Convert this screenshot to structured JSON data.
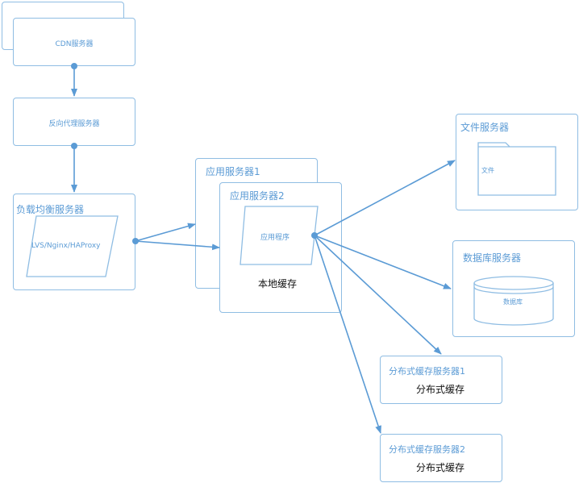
{
  "cdn": {
    "label": "CDN服务器"
  },
  "reverse_proxy": {
    "label": "反向代理服务器"
  },
  "load_balancer": {
    "title": "负载均衡服务器",
    "software": "LVS/Nginx/HAProxy"
  },
  "app_server_1": {
    "title": "应用服务器1"
  },
  "app_server_2": {
    "title": "应用服务器2",
    "program": "应用程序",
    "local_cache": "本地缓存"
  },
  "file_server": {
    "title": "文件服务器",
    "folder": "文件"
  },
  "db_server": {
    "title": "数据库服务器",
    "db": "数据库"
  },
  "dist_cache_1": {
    "title": "分布式缓存服务器1",
    "content": "分布式缓存"
  },
  "dist_cache_2": {
    "title": "分布式缓存服务器2",
    "content": "分布式缓存"
  },
  "colors": {
    "stroke": "#8fbde3",
    "arrow": "#5b9bd5",
    "label": "#5b9bd5",
    "text": "#111111"
  }
}
